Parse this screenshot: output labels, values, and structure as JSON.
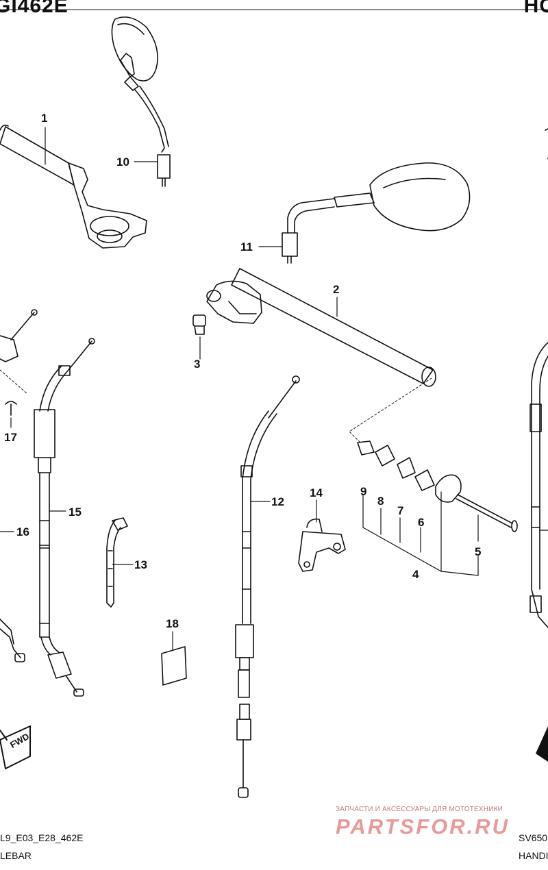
{
  "header": {
    "code_left": "GI462E",
    "code_right": "HC"
  },
  "callouts": {
    "c1": "1",
    "c2": "2",
    "c3": "3",
    "c4": "4",
    "c5": "5",
    "c6": "6",
    "c7": "7",
    "c8": "8",
    "c9": "9",
    "c10": "10",
    "c11": "11",
    "c12": "12",
    "c13": "13",
    "c14": "14",
    "c15": "15",
    "c16": "16",
    "c17": "17",
    "c18": "18"
  },
  "footer": {
    "code_left": "L9_E03_E28_462E",
    "title_left": "LEBAR",
    "code_right": "SV650",
    "title_right": "HANDI"
  },
  "fwd": "FWD",
  "watermark": {
    "tagline": "ЗАПЧАСТИ И АКСЕССУАРЫ ДЛЯ МОТОТЕХНИКИ",
    "brand": "PARTSFOR.RU"
  }
}
